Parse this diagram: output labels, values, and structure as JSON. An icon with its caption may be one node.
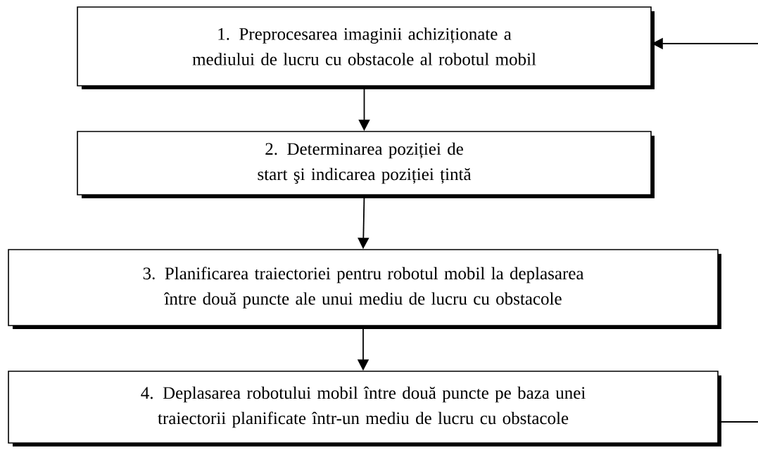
{
  "diagram": {
    "nodes": [
      {
        "text": [
          "1. Preprocesarea imaginii achiziționate a mediului de lucru cu obstacole al robotul mobil"
        ]
      },
      {
        "text": [
          "2. Determinarea poziției de start şi indicarea poziției țintă"
        ]
      },
      {
        "text": [
          "3. Planificarea traiectoriei pentru robotul mobil la deplasarea între două puncte ale unui mediu de lucru cu obstacole"
        ]
      },
      {
        "text": [
          "4. Deplasarea robotului mobil între două puncte pe baza unei traiectorii planificate într-un mediu de lucru cu obstacole"
        ]
      }
    ],
    "edges": [
      {
        "from": 0,
        "to": 1,
        "arrow": "to"
      },
      {
        "from": 1,
        "to": 2,
        "arrow": "to"
      },
      {
        "from": 2,
        "to": 3,
        "arrow": "to"
      },
      {
        "from": 3,
        "to": null,
        "arrow": "none"
      },
      {
        "from": null,
        "to": 0,
        "arrow": "to"
      }
    ]
  }
}
